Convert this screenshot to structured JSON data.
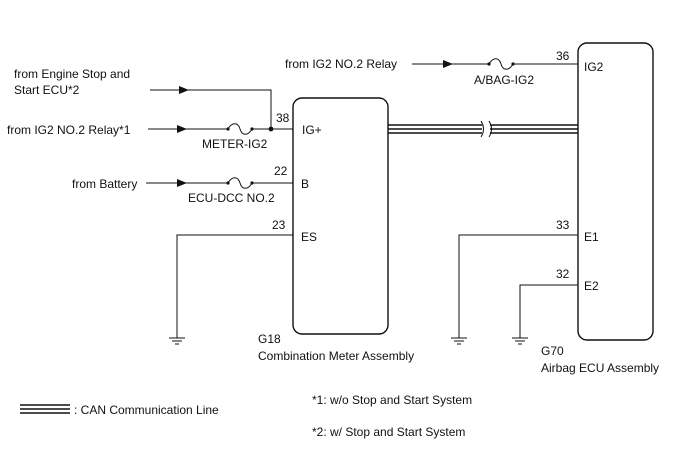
{
  "sources": {
    "engine_stop_line1": "from Engine Stop and",
    "engine_stop_line2": "Start ECU*2",
    "ig2_relay_1": "from IG2 NO.2 Relay*1",
    "battery": "from Battery",
    "ig2_relay_top": "from IG2 NO.2 Relay"
  },
  "fuses": {
    "meter": "METER-IG2",
    "ecu_dcc": "ECU-DCC NO.2",
    "abag": "A/BAG-IG2"
  },
  "meter": {
    "code": "G18",
    "name": "Combination Meter Assembly",
    "pins": [
      {
        "num": "38",
        "label": "IG+"
      },
      {
        "num": "22",
        "label": "B"
      },
      {
        "num": "23",
        "label": "ES"
      }
    ]
  },
  "airbag": {
    "code": "G70",
    "name": "Airbag ECU Assembly",
    "pins": [
      {
        "num": "36",
        "label": "IG2"
      },
      {
        "num": "33",
        "label": "E1"
      },
      {
        "num": "32",
        "label": "E2"
      }
    ]
  },
  "legend": {
    "can_line": ": CAN Communication Line"
  },
  "notes": {
    "note1": "*1: w/o Stop and Start System",
    "note2": "*2: w/ Stop and Start System"
  },
  "colors": {
    "line": "#111111",
    "background": "#ffffff"
  }
}
